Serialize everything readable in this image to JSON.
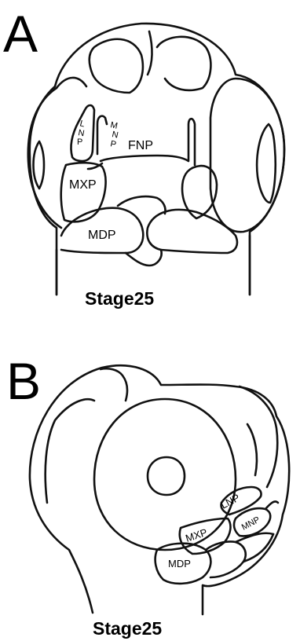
{
  "panels": [
    {
      "letter": "A",
      "stage": "Stage25",
      "labels": {
        "lnp_l": "L",
        "lnp_n": "N",
        "lnp_p": "P",
        "mnp_m": "M",
        "mnp_n": "N",
        "mnp_p": "P",
        "fnp": "FNP",
        "mxp": "MXP",
        "mdp": "MDP"
      }
    },
    {
      "letter": "B",
      "stage": "Stage25",
      "labels": {
        "lnp": "LNP",
        "mnp": "MNP",
        "mxp": "MXP",
        "mdp": "MDP"
      }
    }
  ],
  "colors": {
    "line": "#111111",
    "background": "#ffffff"
  }
}
